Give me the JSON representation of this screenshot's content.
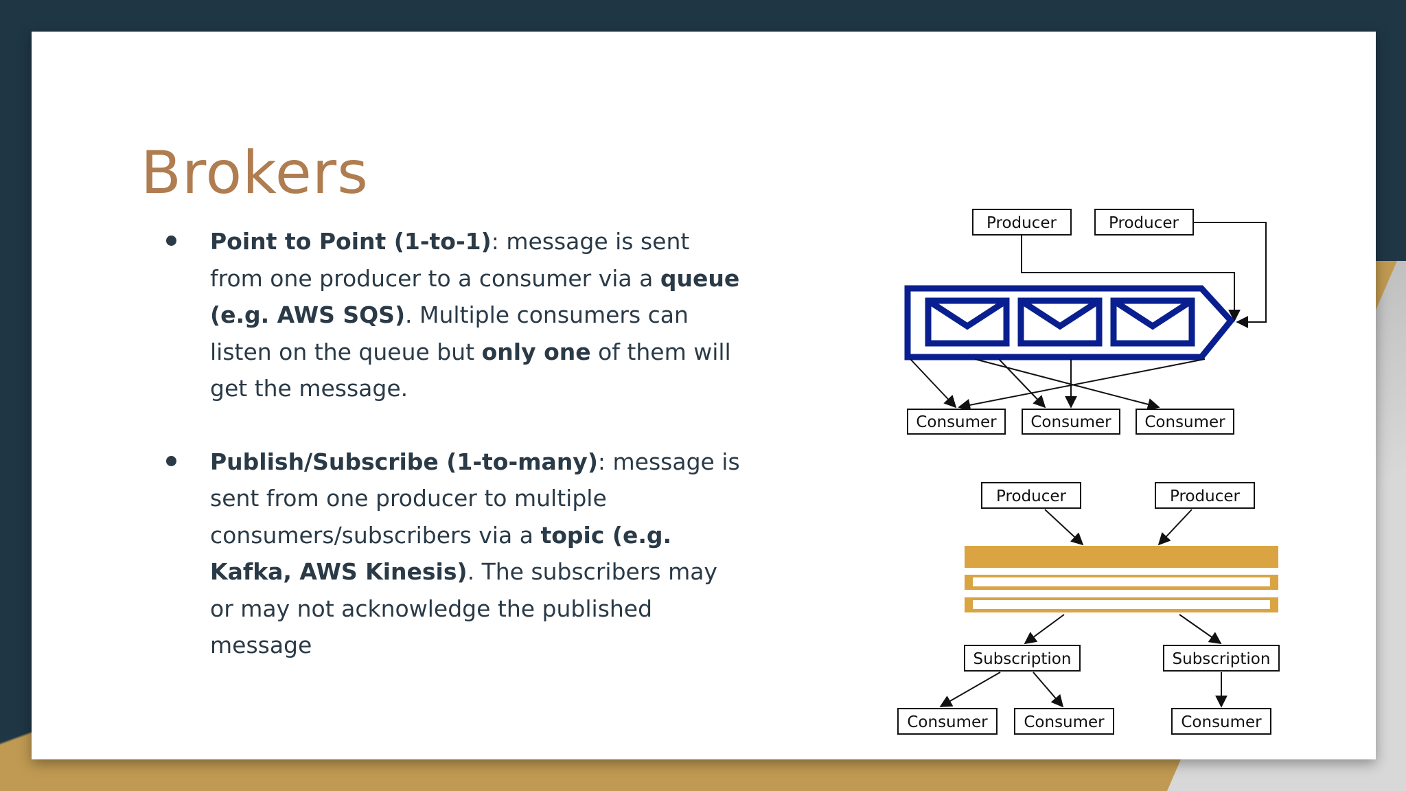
{
  "slide": {
    "title": "Brokers",
    "bullets": [
      {
        "parts": [
          {
            "bold": true,
            "text": "Point to Point (1-to-1)"
          },
          {
            "bold": false,
            "text": ": message is sent from one producer to a consumer via a "
          },
          {
            "bold": true,
            "text": "queue (e.g. AWS SQS)"
          },
          {
            "bold": false,
            "text": ". Multiple consumers can listen on the queue but "
          },
          {
            "bold": true,
            "text": "only one"
          },
          {
            "bold": false,
            "text": " of them will get the message."
          }
        ]
      },
      {
        "parts": [
          {
            "bold": true,
            "text": "Publish/Subscribe (1-to-many)"
          },
          {
            "bold": false,
            "text": ": message is sent from one producer to multiple consumers/subscribers via a "
          },
          {
            "bold": true,
            "text": "topic (e.g. Kafka, AWS Kinesis)"
          },
          {
            "bold": false,
            "text": ". The subscribers may or may not acknowledge the published message"
          }
        ]
      }
    ]
  },
  "diagram": {
    "queue": {
      "producers": [
        "Producer",
        "Producer"
      ],
      "consumers": [
        "Consumer",
        "Consumer",
        "Consumer"
      ],
      "queue_color": "#0a1f8f"
    },
    "pubsub": {
      "producers": [
        "Producer",
        "Producer"
      ],
      "subscriptions": [
        "Subscription",
        "Subscription"
      ],
      "consumers": [
        "Consumer",
        "Consumer",
        "Consumer"
      ],
      "topic_color": "#d9a441"
    }
  },
  "colors": {
    "background": "#1f3645",
    "accent_gold": "#c09a52",
    "title": "#b07d50",
    "body_text": "#2a3a47"
  }
}
